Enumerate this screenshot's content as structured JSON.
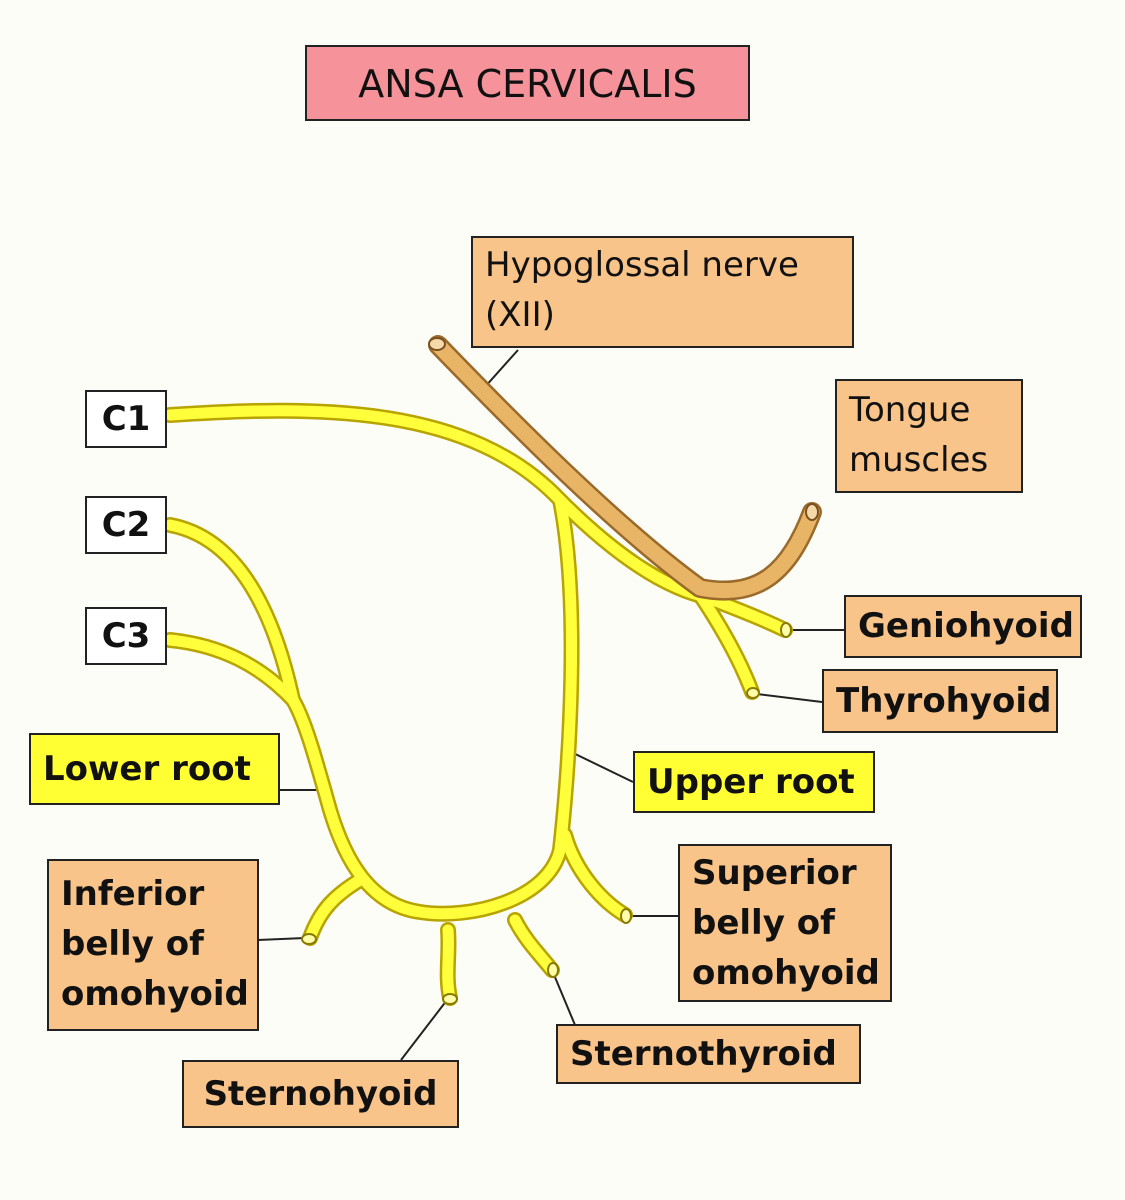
{
  "title": "ANSA CERVICALIS",
  "labels": {
    "c1": "C1",
    "c2": "C2",
    "c3": "C3",
    "hypoglossal": [
      "Hypoglossal nerve",
      "(XII)"
    ],
    "tongue_muscles": [
      "Tongue",
      "muscles"
    ],
    "geniohyoid": "Geniohyoid",
    "thyrohyoid": "Thyrohyoid",
    "upper_root": "Upper root",
    "lower_root": "Lower root",
    "superior_belly": [
      "Superior",
      "belly of",
      "omohyoid"
    ],
    "inferior_belly": [
      "Inferior",
      "belly of",
      "omohyoid"
    ],
    "sternohyoid": "Sternohyoid",
    "sternothyroid": "Sternothyroid"
  },
  "colors": {
    "nerve_fill": "#ffff3c",
    "nerve_outline": "#b8a400",
    "hypoglossal_fill": "#e8b466",
    "hypoglossal_outline": "#9a6a2a",
    "box_tan": "#f8c48a",
    "box_yellow": "#ffff33",
    "title_pink": "#f5929a",
    "leader": "#222222"
  }
}
